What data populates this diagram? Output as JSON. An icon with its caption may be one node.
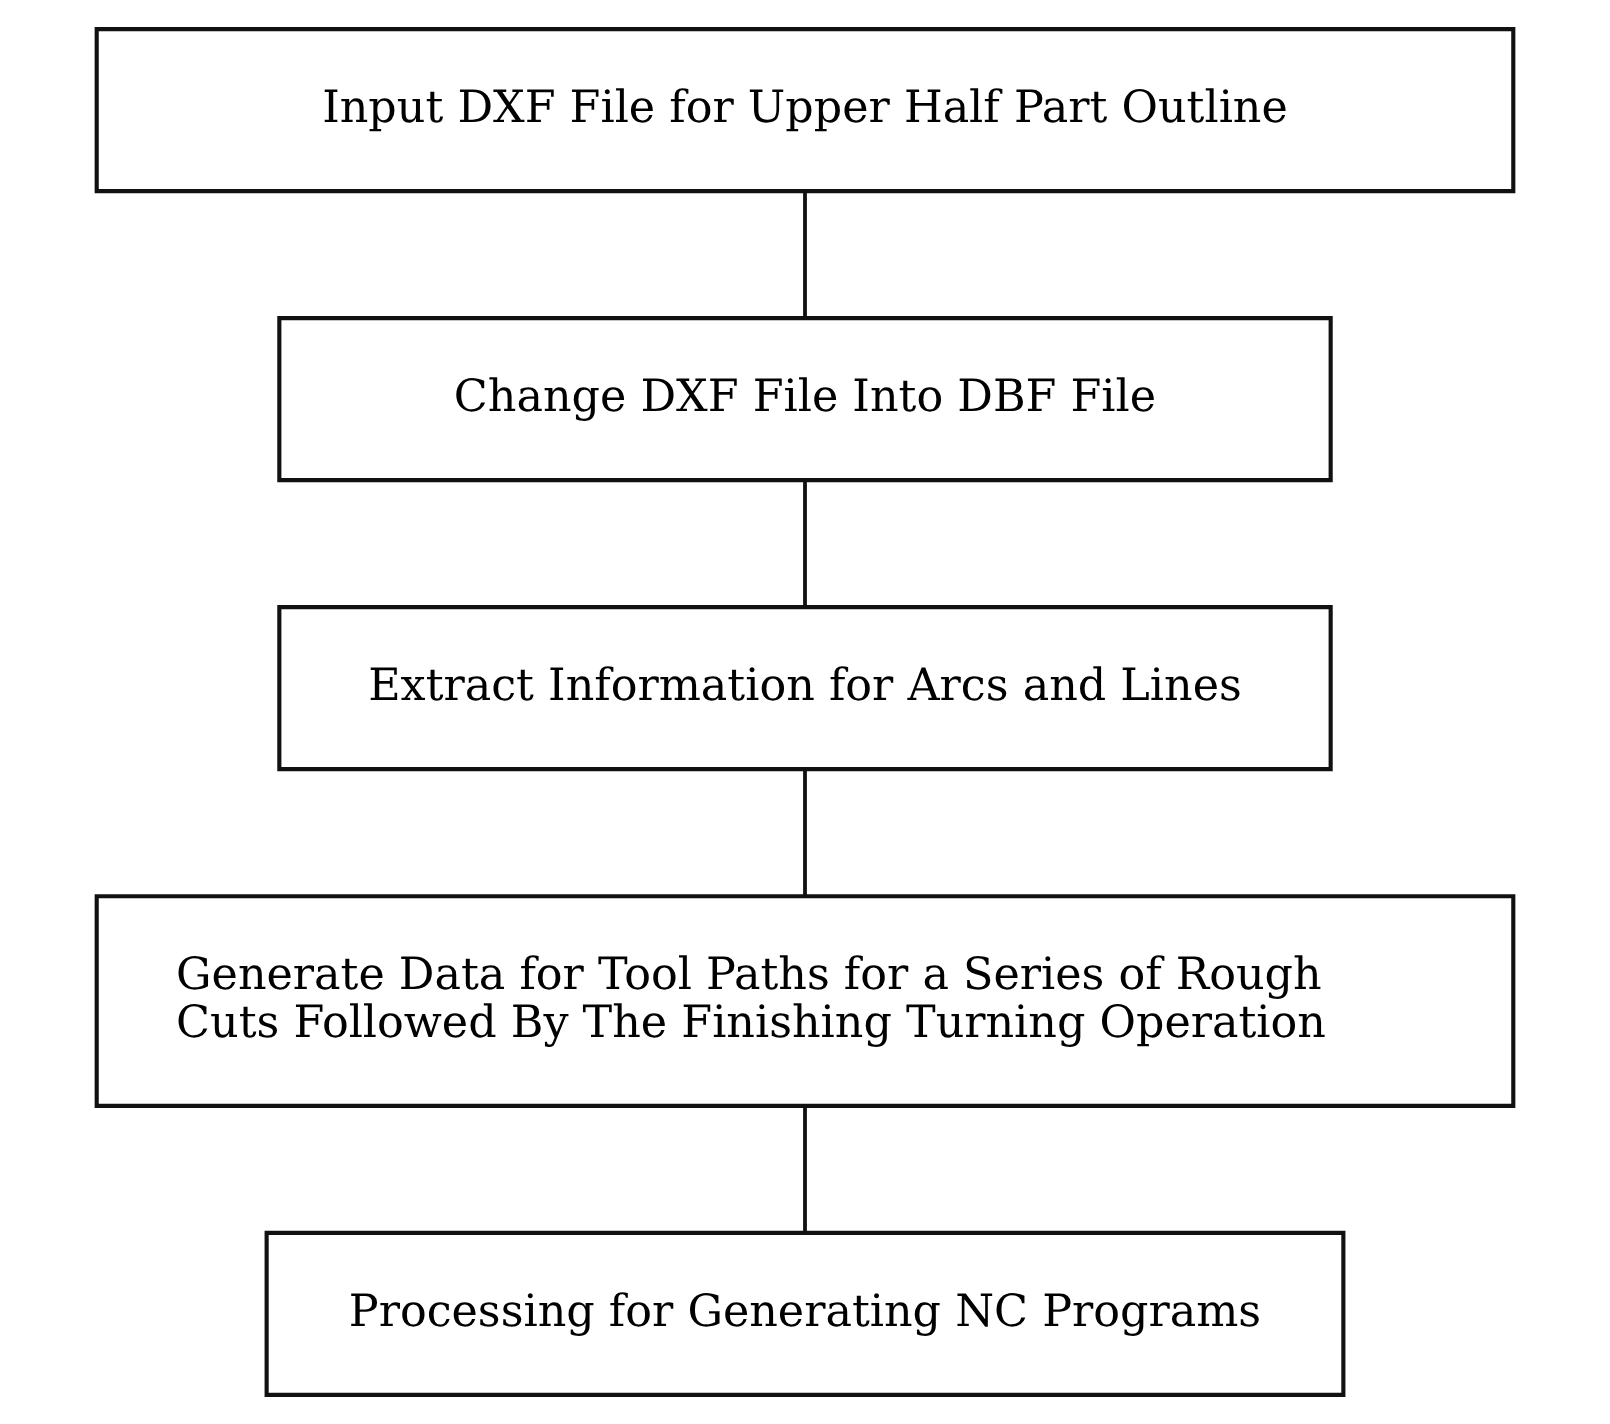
{
  "diagram": {
    "nodes": [
      {
        "text": [
          "Input DXF File for Upper Half Part Outline"
        ]
      },
      {
        "text": [
          "Change DXF File Into DBF File"
        ]
      },
      {
        "text": [
          "Extract Information for Arcs and Lines"
        ]
      },
      {
        "text": [
          "Generate Data for Tool Paths for a Series of Rough Cuts Followed By The Finishing Turning Operation"
        ]
      },
      {
        "text": [
          "Processing for Generating NC Programs"
        ]
      }
    ],
    "edges": [
      {
        "from": 0,
        "to": 1,
        "arrow": "none"
      },
      {
        "from": 1,
        "to": 2,
        "arrow": "none"
      },
      {
        "from": 2,
        "to": 3,
        "arrow": "none"
      },
      {
        "from": 3,
        "to": 4,
        "arrow": "none"
      }
    ]
  }
}
